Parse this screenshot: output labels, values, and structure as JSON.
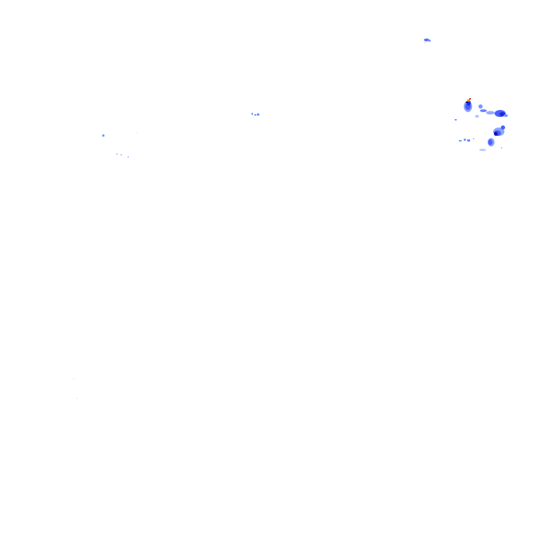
{
  "map": {
    "type": "weather-radar-overlay",
    "background": "transparent",
    "intensity_palette": {
      "very_light": "#b4c8ff",
      "light": "#7896ff",
      "moderate": "#4b5fff",
      "heavy": "#1e2bd6",
      "very_heavy": "#0b1170",
      "extreme_core": "#000000",
      "hail_orange": "#ff8c00",
      "hail_red": "#d00000"
    }
  },
  "echo_groups": [
    {
      "id": "northeast-cluster",
      "intensity": "heavy-with-extreme-cores"
    },
    {
      "id": "isolated-north",
      "intensity": "light"
    },
    {
      "id": "isolated-center-north",
      "intensity": "light"
    },
    {
      "id": "isolated-west",
      "intensity": "very_light"
    },
    {
      "id": "isolated-southwest",
      "intensity": "trace"
    }
  ]
}
